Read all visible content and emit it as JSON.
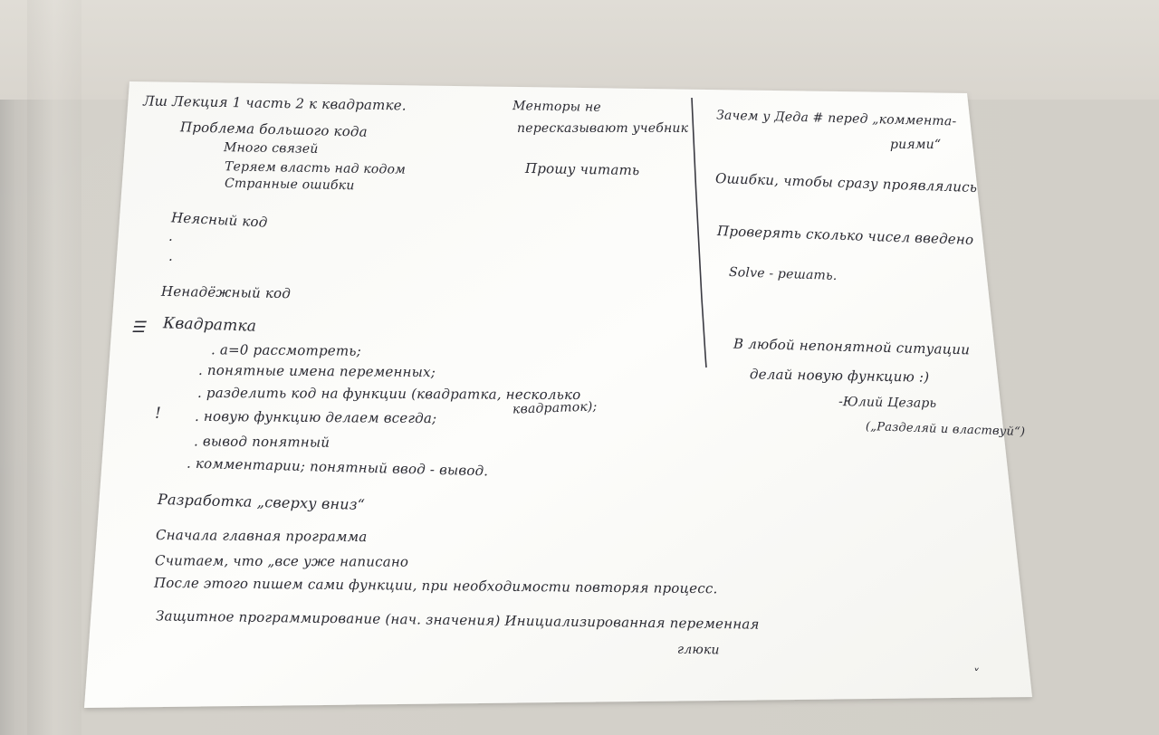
{
  "notes": {
    "header": "Лш Лекция 1 часть 2 к квадратке.",
    "big_code_title": "Проблема большого кода",
    "big_code_items": [
      "Много связей",
      "Теряем власть над кодом",
      "Странные ошибки"
    ],
    "unclear_code": "Неясный код",
    "unclear_dots": [
      ".",
      "."
    ],
    "unreliable_code": "Ненадёжный код",
    "quadratic_mark": "☰",
    "quadratic_title": "Квадратка",
    "quadratic_items": [
      ". a=0 рассмотреть;",
      ". понятные имена переменных;",
      ". разделить код на функции (квадратка, несколько",
      ". новую функцию делаем всегда;",
      ". вывод понятный",
      ". комментарии; понятный ввод - вывод."
    ],
    "quadratic_item3_cont": "квадраток);",
    "exclamation": "!",
    "topdown_title": "Разработка „сверху вниз“",
    "topdown_lines": [
      "Сначала главная программа",
      "Считаем, что „все уже написано",
      "После этого пишем сами функции, при необходимости повторяя процесс."
    ],
    "defensive_line": "Защитное программирование (нач. значения) Инициализированная переменная",
    "defensive_cont": "глюки",
    "mentors_line1": "Менторы не",
    "mentors_line2": "пересказывают учебник",
    "mentors_read": "Прошу читать",
    "why_line1": "Зачем у Деда # перед „коммента-",
    "why_line2": "риями“",
    "errors_line": "Ошибки, чтобы сразу проявлялись",
    "check_line": "Проверять сколько чисел введено",
    "solve_line": "Solve - решать.",
    "quote_line1": "В любой непонятной ситуации",
    "quote_line2": "делай новую функцию :)",
    "quote_author": "-Юлий Цезарь",
    "quote_motto": "(„Разделяй и властвуй“)",
    "corner_mark": "˅"
  },
  "colors": {
    "paper": "#fbfbf9",
    "ink": "#2b2b33",
    "background_cloth": "#d2cfc8"
  }
}
